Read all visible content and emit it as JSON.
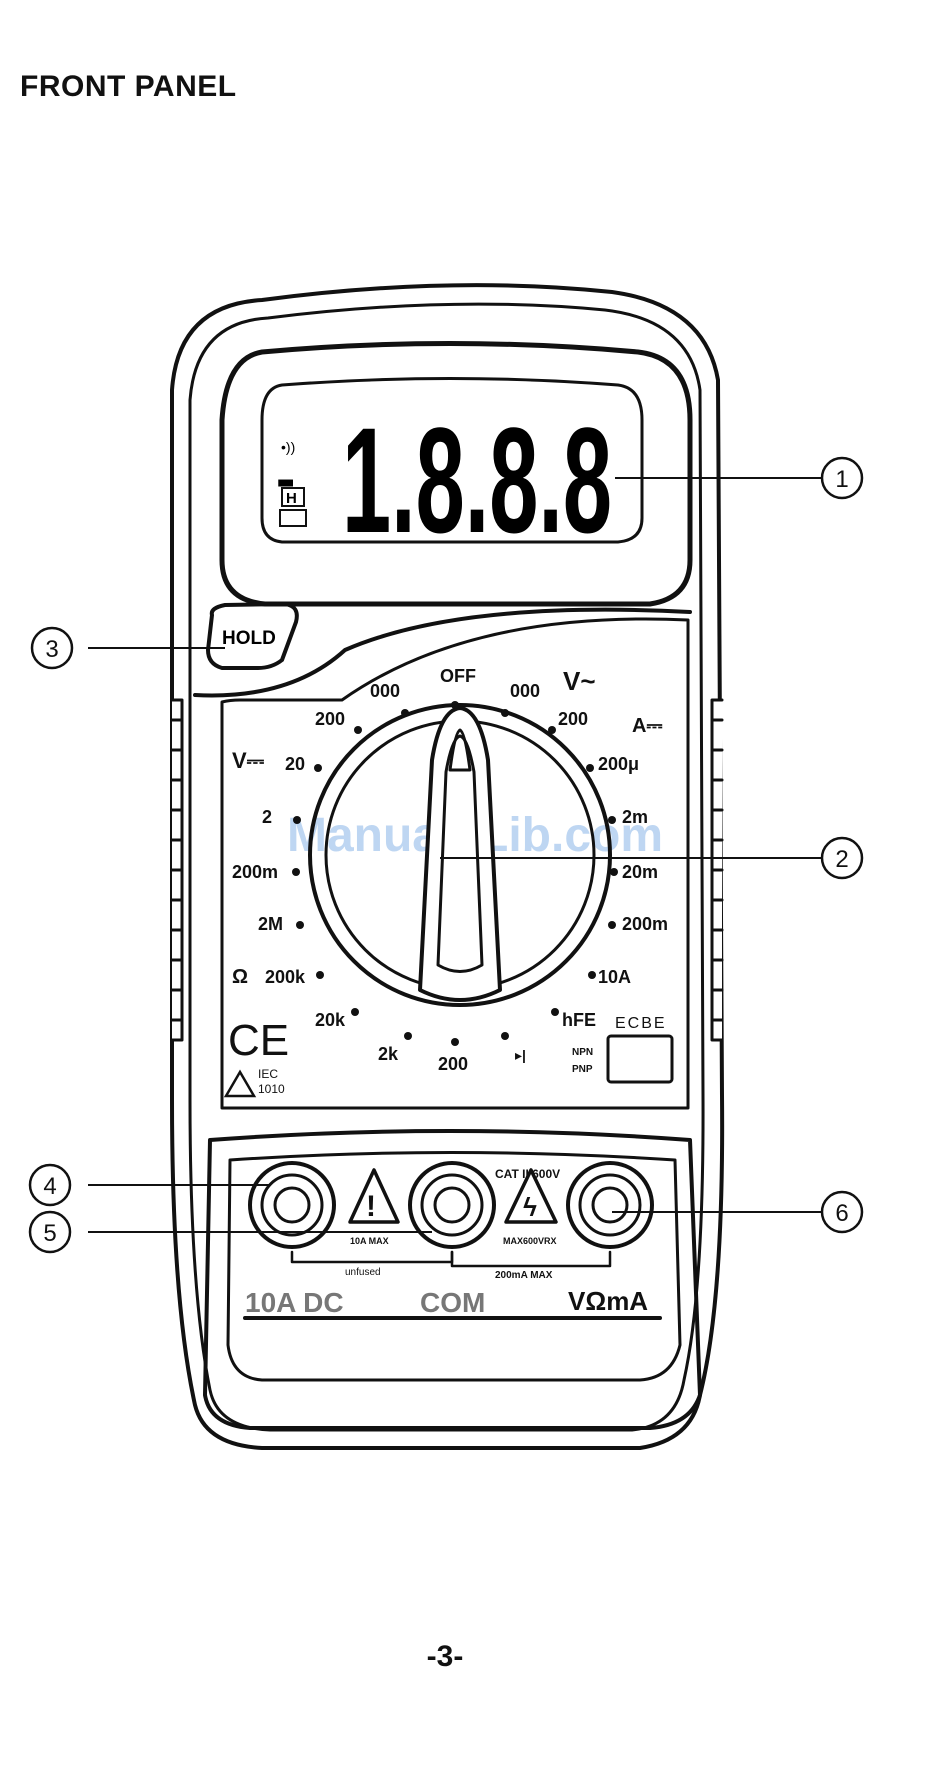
{
  "page": {
    "title": "FRONT PANEL",
    "page_number": "-3-",
    "watermark": "ManualsLib.com"
  },
  "display": {
    "digits": "1.8.8.8",
    "minus": "-",
    "sound_icon": "sound-wave-icon",
    "hold_indicator": "H",
    "battery_icon": "battery-icon"
  },
  "hold_button": {
    "label": "HOLD"
  },
  "dial": {
    "off_label": "OFF",
    "labels": [
      "200",
      "000",
      "OFF",
      "000",
      "200",
      "20",
      "200μ",
      "2",
      "2m",
      "200m",
      "20m",
      "2M",
      "200m",
      "200k",
      "10A",
      "20k",
      "hFE",
      "2k",
      "200"
    ],
    "icons": [
      "dc-volt-icon",
      "ac-volt-icon",
      "dc-amp-icon",
      "ohm-icon",
      "diode-icon"
    ],
    "symbols": {
      "dc_volt": "V⎓",
      "ac_volt": "V~",
      "dc_amp": "A⎓",
      "ohm": "Ω",
      "diode": "▸|"
    }
  },
  "hfe_socket": {
    "label": "ECBE",
    "npn": "NPN",
    "pnp": "PNP"
  },
  "certification": {
    "ce": "CE",
    "iec": "IEC",
    "iec_num": "1010"
  },
  "terminals": {
    "cat": "CAT II 600V",
    "left_max": "10A MAX",
    "left_fuse": "unfused",
    "right_max": "MAX600VRX",
    "right_current": "200mA MAX",
    "label_10a": "10A DC",
    "label_com": "COM",
    "label_vohm": "VΩmA"
  },
  "callouts": [
    "1",
    "2",
    "3",
    "4",
    "5",
    "6"
  ]
}
